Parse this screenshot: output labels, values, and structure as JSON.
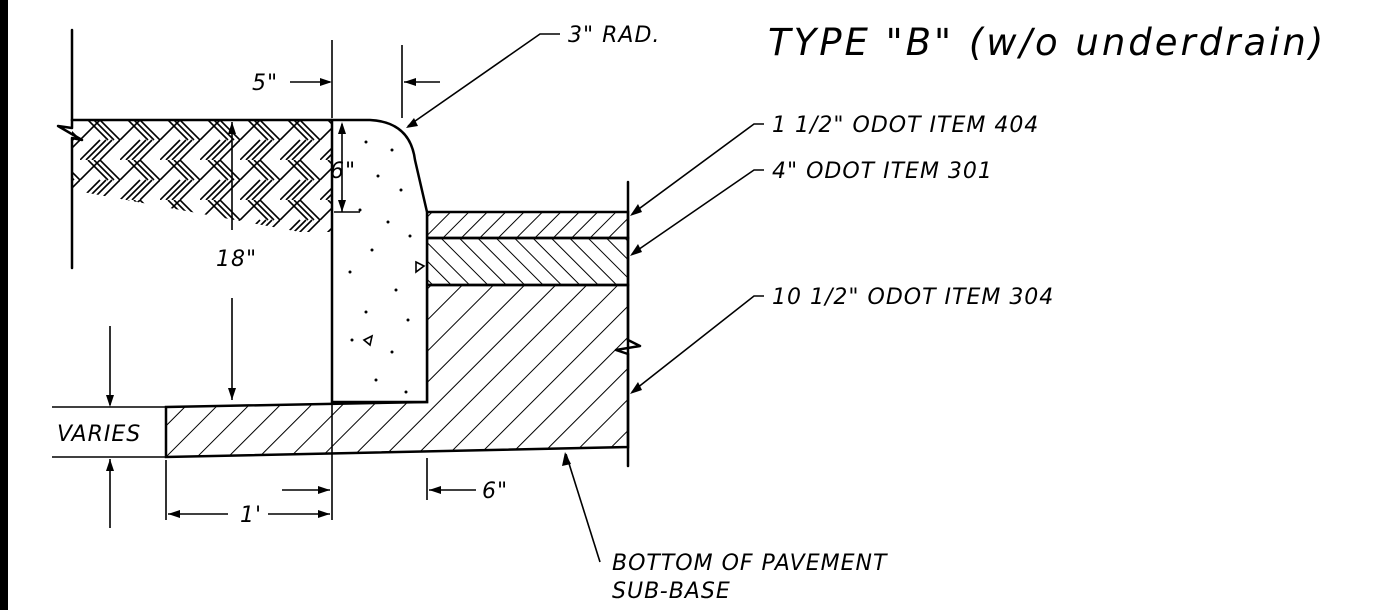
{
  "title": "TYPE \"B\" (w/o underdrain)",
  "labels": {
    "radius": "3\" RAD.",
    "item404": "1 1/2\" ODOT ITEM 404",
    "item301": "4\" ODOT ITEM 301",
    "item304": "10 1/2\" ODOT ITEM 304",
    "bottom_line1": "BOTTOM OF PAVEMENT",
    "bottom_line2": "SUB-BASE"
  },
  "dimensions": {
    "top_width": "5\"",
    "curb_reveal": "6\"",
    "curb_height": "18\"",
    "varies": "VARIES",
    "base_extension": "1'",
    "offset": "6\""
  }
}
